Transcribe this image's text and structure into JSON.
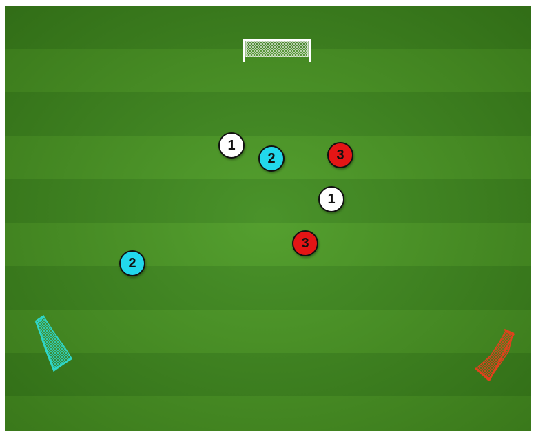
{
  "colors": {
    "pitch_dark": "#3f8c1d",
    "pitch_light": "#4a9a22",
    "team_white": "#ffffff",
    "team_cyan": "#22d8ec",
    "team_red": "#e41515",
    "goal_top": "#ffffff",
    "goal_left": "#2fd6c8",
    "goal_right": "#e0421c"
  },
  "players": [
    {
      "team": "white",
      "number": "1"
    },
    {
      "team": "cyan",
      "number": "2"
    },
    {
      "team": "red",
      "number": "3"
    },
    {
      "team": "white",
      "number": "1"
    },
    {
      "team": "red",
      "number": "3"
    },
    {
      "team": "cyan",
      "number": "2"
    }
  ],
  "goals": [
    {
      "side": "top",
      "color": "white"
    },
    {
      "side": "left",
      "color": "cyan"
    },
    {
      "side": "right",
      "color": "red"
    }
  ]
}
